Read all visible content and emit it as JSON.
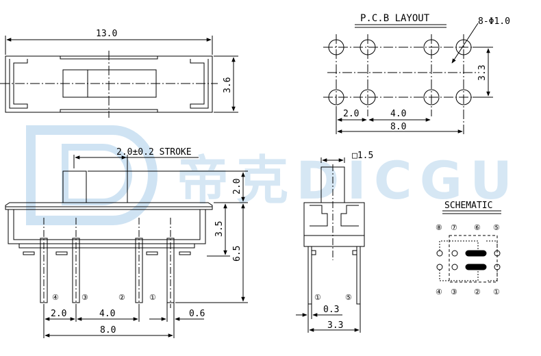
{
  "watermark": {
    "text": "帝克DICGU",
    "color": "#cfe3f3"
  },
  "top_view": {
    "width_label": "13.0",
    "height_label": "3.6"
  },
  "pcb_layout": {
    "title": "P.C.B LAYOUT",
    "hole_label": "8-Φ1.0",
    "dim_pitch1": "2.0",
    "dim_pitch2": "4.0",
    "dim_total": "8.0",
    "dim_rows": "3.3"
  },
  "front_view": {
    "stroke_label": "2.0±0.2 STROKE",
    "dim_actuator_h": "2.0",
    "dim_body_h": "3.5",
    "dim_total_h": "6.5",
    "dim_pitch1": "2.0",
    "dim_pitch2": "4.0",
    "dim_pin_w": "0.6",
    "dim_total": "8.0",
    "pins": [
      "④",
      "③",
      "②",
      "①"
    ]
  },
  "side_view": {
    "actuator_label": "□1.5",
    "dim_pin_w": "0.3",
    "dim_total": "3.3",
    "pins": [
      "①",
      "⑤"
    ]
  },
  "schematic": {
    "title": "SCHEMATIC",
    "top_pins": [
      "⑧",
      "⑦",
      "⑥",
      "⑤"
    ],
    "bottom_pins": [
      "④",
      "③",
      "②",
      "①"
    ]
  }
}
